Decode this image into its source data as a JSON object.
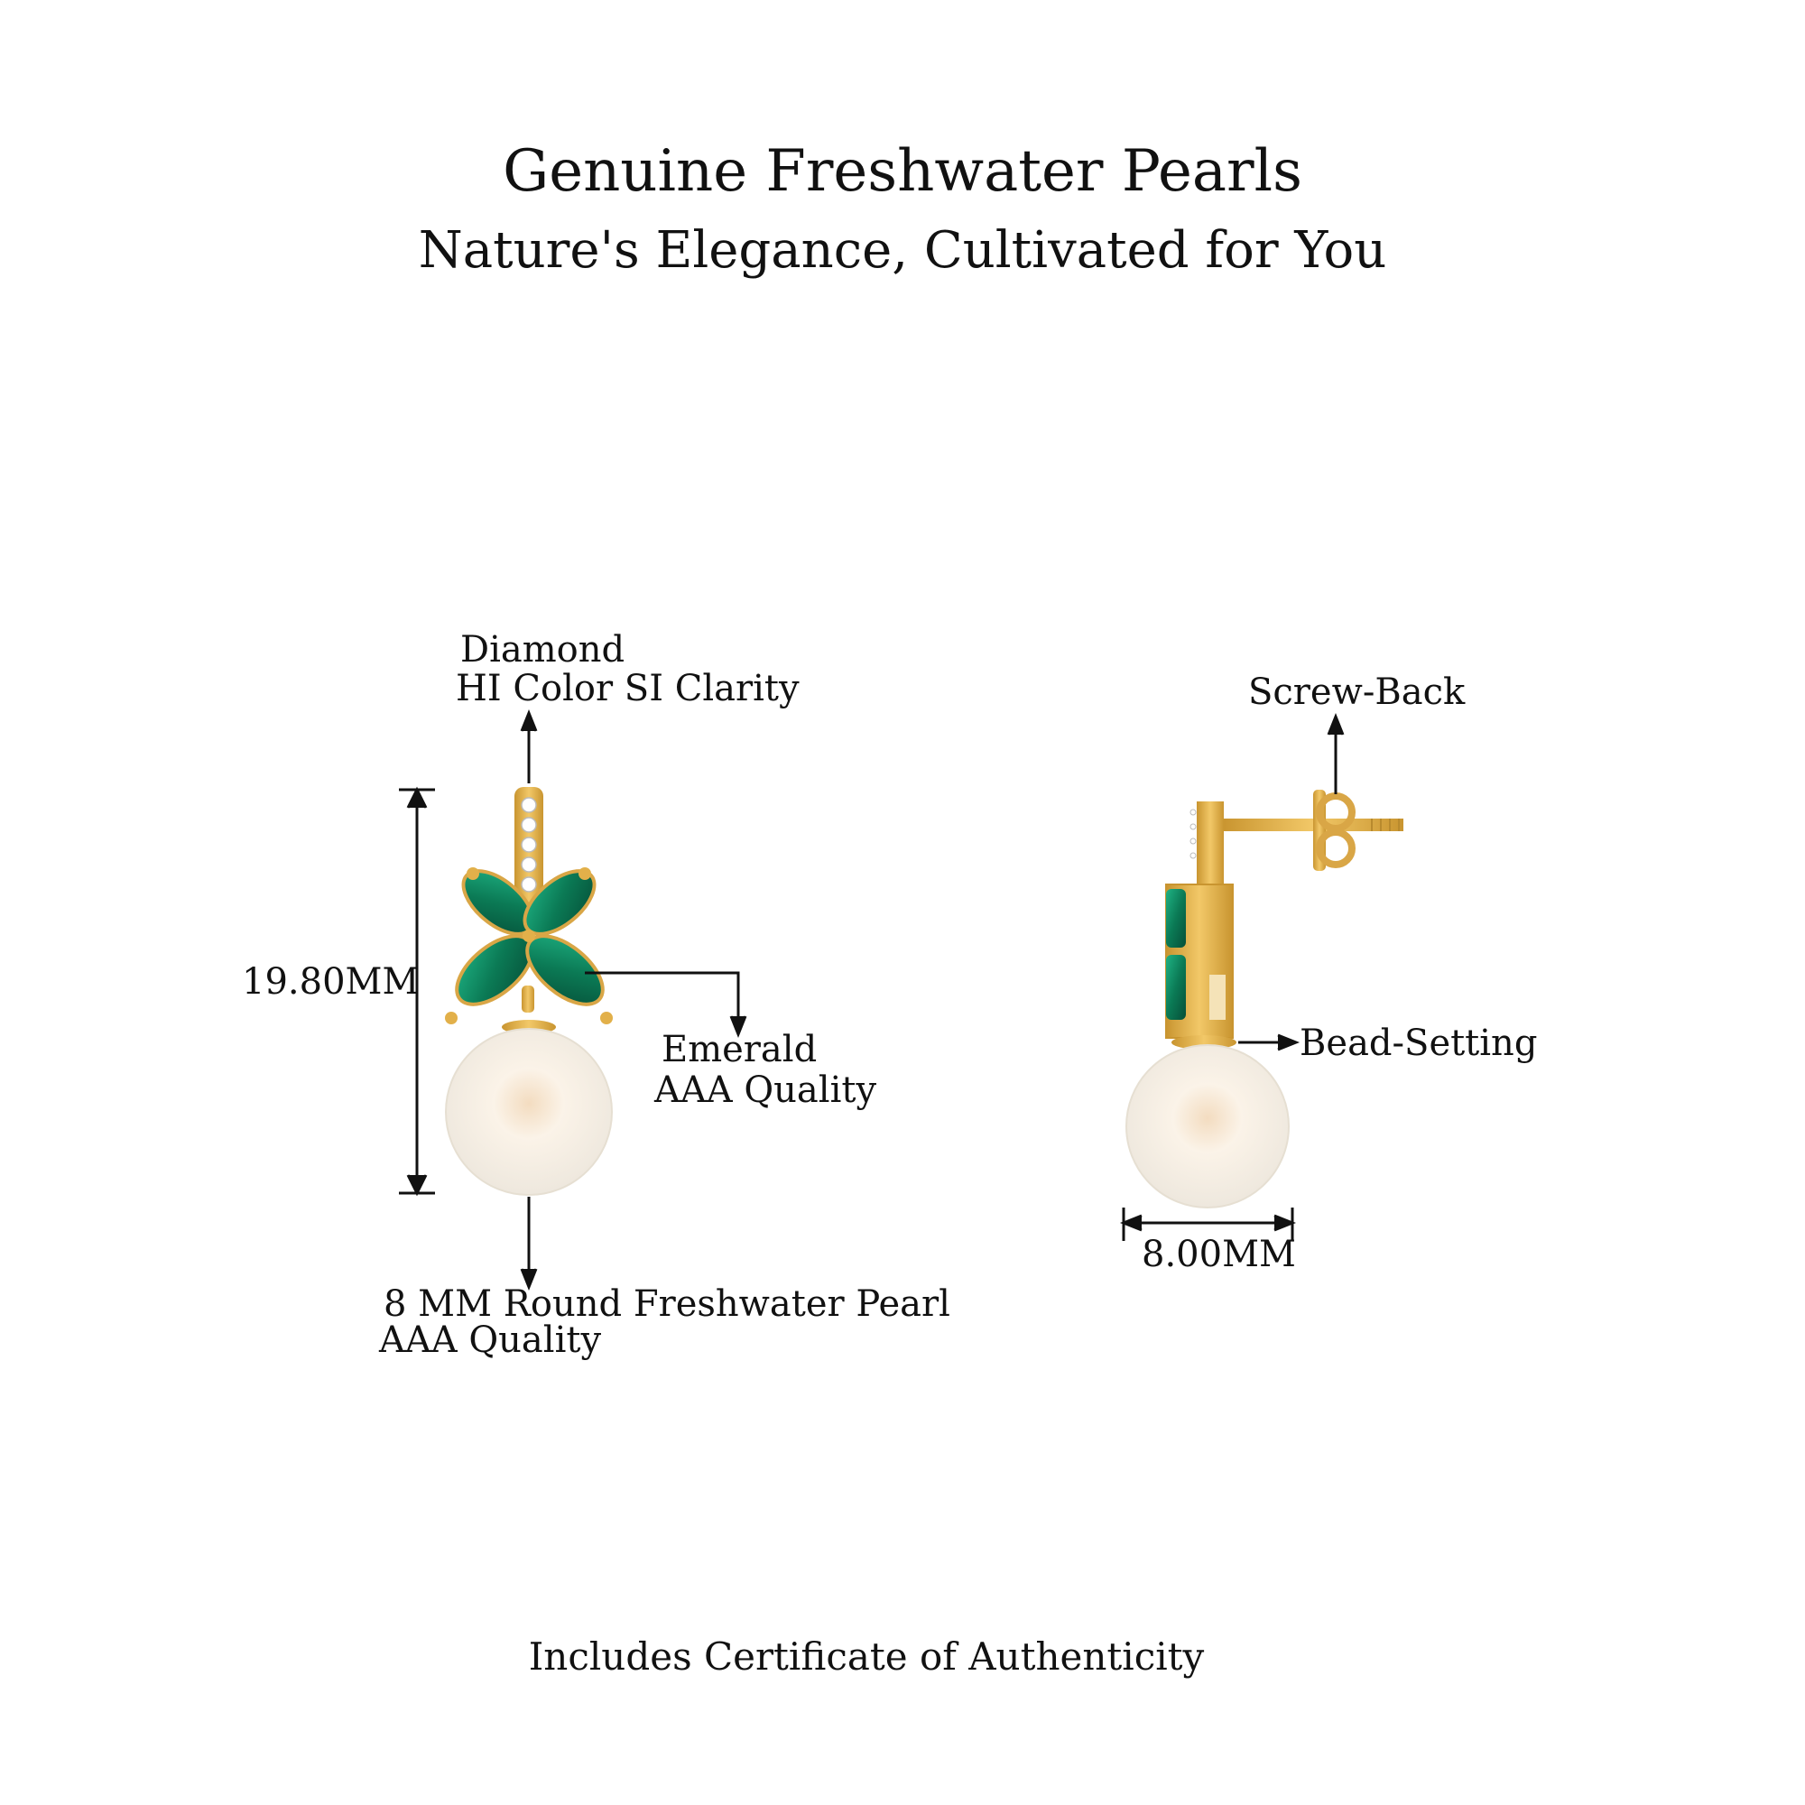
{
  "header": {
    "title": "Genuine Freshwater Pearls",
    "subtitle": "Nature's Elegance, Cultivated for You"
  },
  "front_view": {
    "diamond_label_1": "Diamond",
    "diamond_label_2": "HI Color SI Clarity",
    "height_dimension": "19.80MM",
    "emerald_label_1": "Emerald",
    "emerald_label_2": "AAA Quality",
    "pearl_label_1": "8 MM Round Freshwater Pearl",
    "pearl_label_2": "AAA Quality"
  },
  "side_view": {
    "screwback_label": "Screw-Back",
    "bead_setting_label": "Bead-Setting",
    "width_dimension": "8.00MM"
  },
  "footer": {
    "certificate_text": "Includes Certificate of Authenticity"
  },
  "colors": {
    "gold": "#E2B04A",
    "emerald": "#0E8A63",
    "pearl": "#FBF7F0",
    "text": "#111111"
  }
}
